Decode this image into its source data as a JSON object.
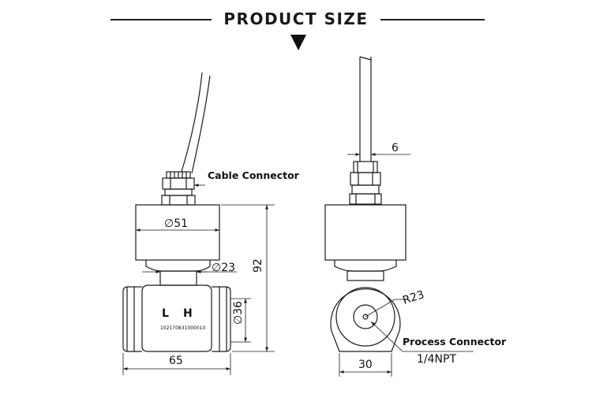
{
  "header": {
    "title": "PRODUCT SIZE"
  },
  "callouts": {
    "cable_connector": "Cable Connector",
    "process_connector": "Process Connector",
    "thread": "1/4NPT"
  },
  "body_marks": {
    "letter_l": "L",
    "letter_h": "H",
    "serial": "102170831000010"
  },
  "dimensions": {
    "head_diameter": "∅51",
    "neck_diameter": "∅23",
    "port_diameter": "∅36",
    "body_length": "65",
    "total_height": "92",
    "cable_width": "6",
    "ring_radius": "R23",
    "port_width": "30"
  },
  "colors": {
    "line": "#1a1a1a",
    "background": "#ffffff"
  }
}
